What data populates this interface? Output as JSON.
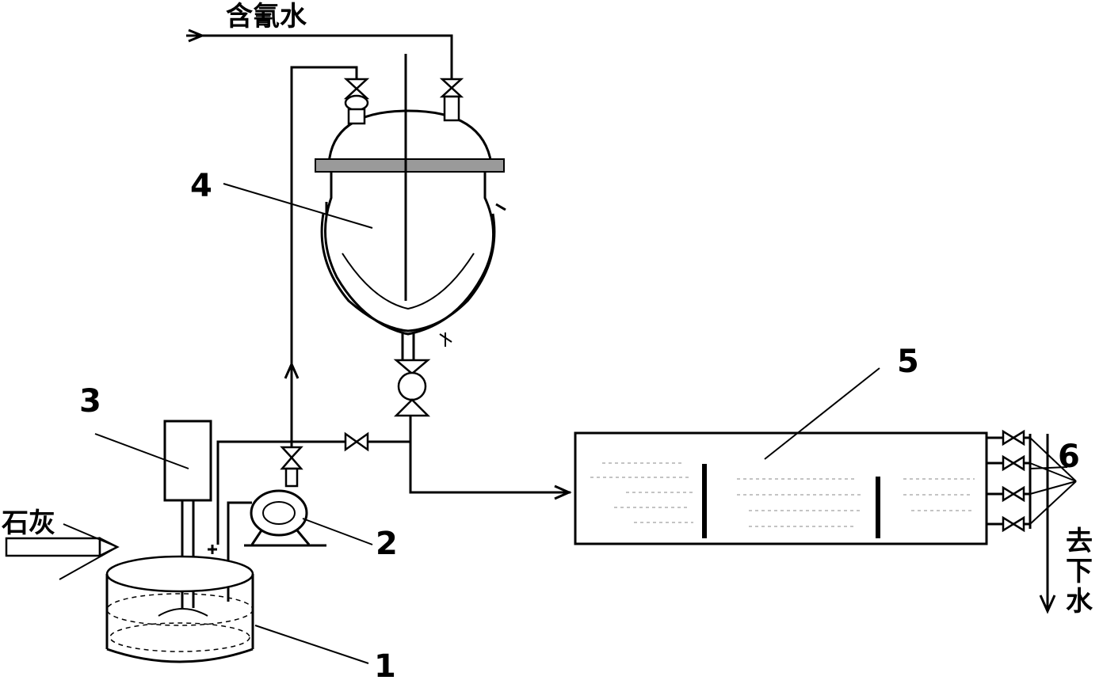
{
  "labels": {
    "cyanide_water": "含氰水",
    "lime": "石灰",
    "to_sewer_1": "去",
    "to_sewer_2": "下",
    "to_sewer_3": "水",
    "n1": "1",
    "n2": "2",
    "n3": "3",
    "n4": "4",
    "n5": "5",
    "n6": "6"
  }
}
